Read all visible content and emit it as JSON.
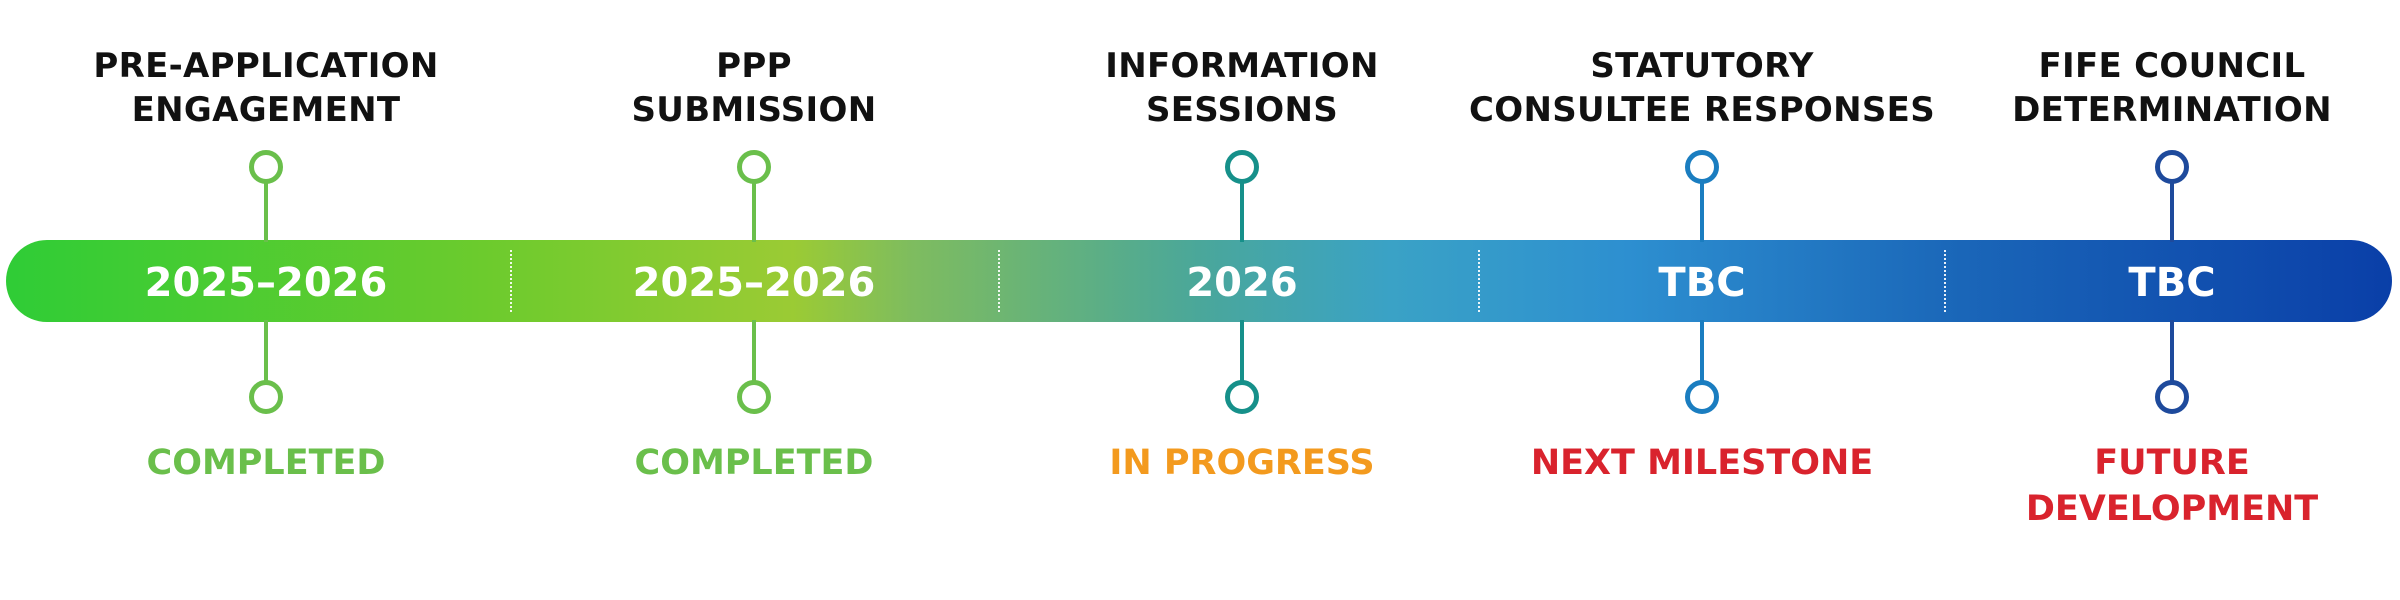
{
  "stages": [
    {
      "title": [
        "PRE-APPLICATION",
        "ENGAGEMENT"
      ],
      "period": "2025–2026",
      "status": [
        "COMPLETED"
      ],
      "node_color": "#6abf4b",
      "status_color": "#6abf4b"
    },
    {
      "title": [
        "PPP",
        "SUBMISSION"
      ],
      "period": "2025–2026",
      "status": [
        "COMPLETED"
      ],
      "node_color": "#6abf4b",
      "status_color": "#6abf4b"
    },
    {
      "title": [
        "INFORMATION",
        "SESSIONS"
      ],
      "period": "2026",
      "status": [
        "IN PROGRESS"
      ],
      "node_color": "#16908a",
      "status_color": "#f39a1e"
    },
    {
      "title": [
        "STATUTORY",
        "CONSULTEE RESPONSES"
      ],
      "period": "TBC",
      "status": [
        "NEXT MILESTONE"
      ],
      "node_color": "#1a7dc0",
      "status_color": "#d9232d"
    },
    {
      "title": [
        "FIFE COUNCIL",
        "DETERMINATION"
      ],
      "period": "TBC",
      "status": [
        "FUTURE",
        "DEVELOPMENT"
      ],
      "node_color": "#1e4a9c",
      "status_color": "#d9232d"
    }
  ]
}
